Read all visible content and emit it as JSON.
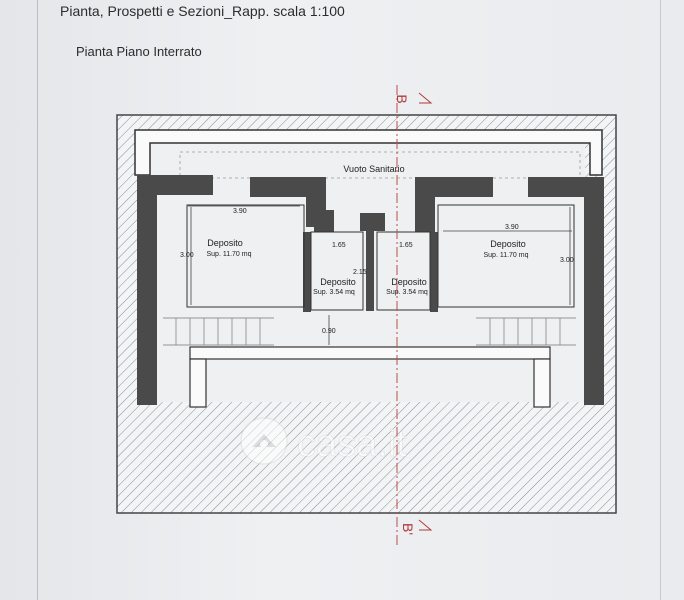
{
  "document": {
    "header": "Pianta, Prospetti e Sezioni_Rapp. scala 1:100",
    "subtitle": "Pianta Piano Interrato"
  },
  "plan": {
    "vuoto_label": "Vuoto Sanitario",
    "section_top": "B",
    "section_bottom": "B'",
    "rooms": [
      {
        "name": "Deposito",
        "area": "Sup. 11.70 mq",
        "width": "3.90",
        "depth": "3.00"
      },
      {
        "name": "Deposito",
        "area": "Sup. 3.54 mq",
        "width": "1.65",
        "height": "2.15"
      },
      {
        "name": "Deposito",
        "area": "Sup. 3.54 mq",
        "width": "1.65"
      },
      {
        "name": "Deposito",
        "area": "Sup. 11.70 mq",
        "width": "3.90",
        "depth": "3.00"
      }
    ],
    "corridor_dim": "0.90"
  },
  "watermark": {
    "text": "casa.it"
  }
}
